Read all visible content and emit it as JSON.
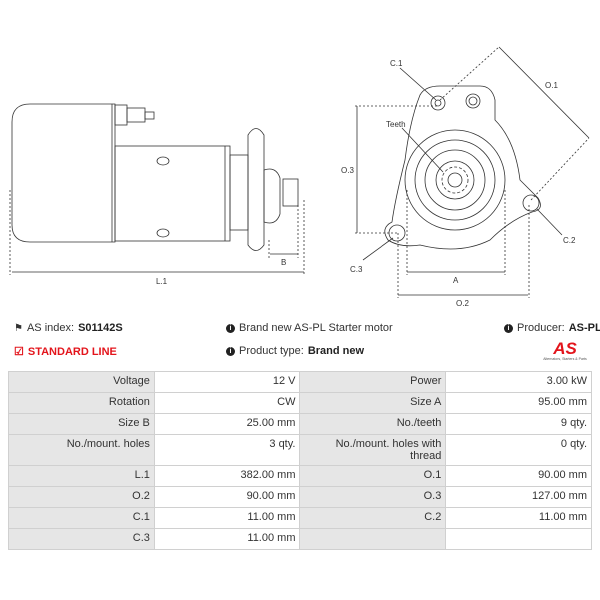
{
  "diagram": {
    "labels": {
      "c1": "C.1",
      "o1": "O.1",
      "o3": "O.3",
      "teeth": "Teeth",
      "c2": "C.2",
      "c3": "C.3",
      "a": "A",
      "o2": "O.2",
      "b": "B",
      "l1": "L.1"
    }
  },
  "info": {
    "as_index_label": "AS index:",
    "as_index_value": "S01142S",
    "description": "Brand new AS-PL Starter motor",
    "producer_label": "Producer:",
    "producer_value": "AS-PL",
    "line": "STANDARD LINE",
    "product_type_label": "Product type:",
    "product_type_value": "Brand new",
    "logo_text": "AS",
    "logo_tagline": "Alternators, Starters & Parts"
  },
  "colors": {
    "accent": "#e3141b"
  },
  "specs": [
    [
      "Voltage",
      "12 V",
      "Power",
      "3.00 kW"
    ],
    [
      "Rotation",
      "CW",
      "Size A",
      "95.00 mm"
    ],
    [
      "Size B",
      "25.00 mm",
      "No./teeth",
      "9 qty."
    ],
    [
      "No./mount. holes",
      "3 qty.",
      "No./mount. holes with thread",
      "0 qty."
    ],
    [
      "L.1",
      "382.00 mm",
      "O.1",
      "90.00 mm"
    ],
    [
      "O.2",
      "90.00 mm",
      "O.3",
      "127.00 mm"
    ],
    [
      "C.1",
      "11.00 mm",
      "C.2",
      "11.00 mm"
    ],
    [
      "C.3",
      "11.00 mm",
      "",
      ""
    ]
  ]
}
